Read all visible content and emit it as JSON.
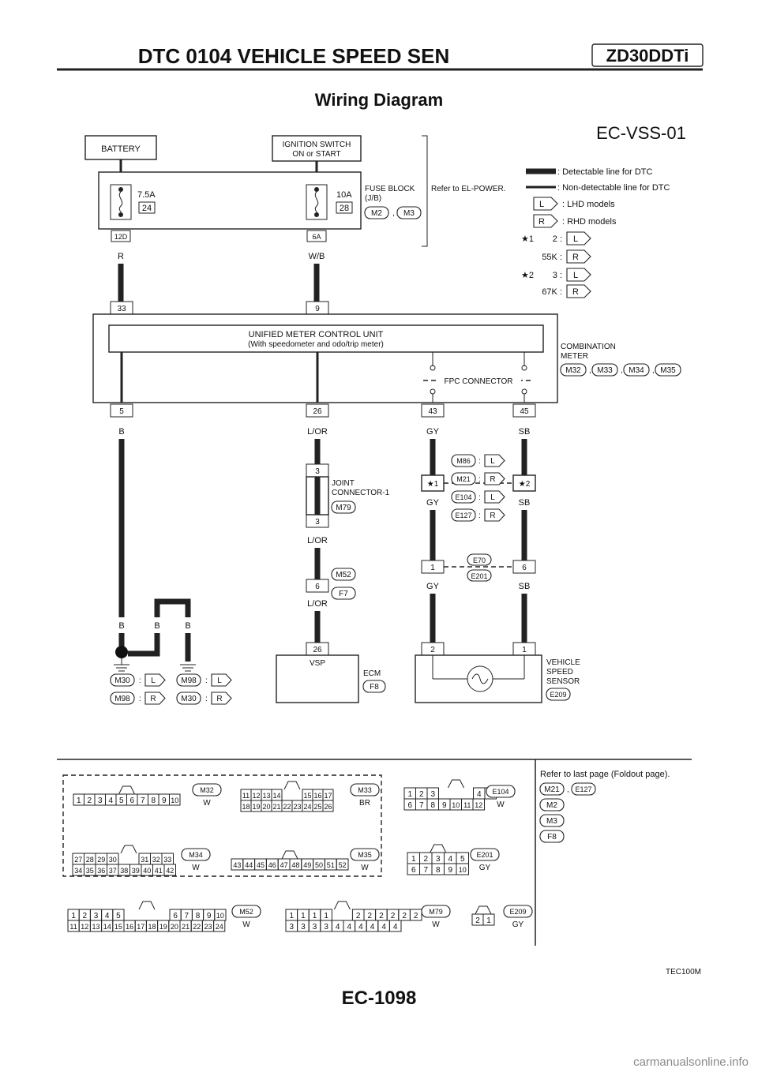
{
  "header": {
    "title": "DTC 0104 VEHICLE SPEED SEN",
    "engine_badge": "ZD30DDTi"
  },
  "diagram": {
    "title": "Wiring Diagram",
    "code": "EC-VSS-01",
    "battery": "BATTERY",
    "ignition_line1": "IGNITION SWITCH",
    "ignition_line2": "ON or START",
    "fuse1_amp": "7.5A",
    "fuse1_num": "24",
    "fuse2_amp": "10A",
    "fuse2_num": "28",
    "fuse_block_line1": "FUSE BLOCK",
    "fuse_block_line2": "(J/B)",
    "fuse_block_conn1": "M2",
    "fuse_block_conn2": "M3",
    "comma": ",",
    "refer_power": "Refer to EL-POWER.",
    "fuse1_term": "12D",
    "fuse2_term": "6A",
    "wire_r": "R",
    "wire_wb": "W/B",
    "meter_pin_33": "33",
    "meter_pin_9": "9",
    "umcu_line1": "UNIFIED METER CONTROL UNIT",
    "umcu_line2": "(With speedometer and odo/trip meter)",
    "fpc": "FPC CONNECTOR",
    "comb_line1": "COMBINATION",
    "comb_line2": "METER",
    "comb_conn": [
      "M32",
      "M33",
      "M34",
      "M35"
    ],
    "meter_pin_5": "5",
    "meter_pin_26": "26",
    "meter_pin_43": "43",
    "meter_pin_45": "45",
    "wire_b": "B",
    "wire_lor": "L/OR",
    "wire_gy": "GY",
    "wire_sb": "SB",
    "joint_pin_top": "3",
    "joint_pin_bot": "3",
    "joint_line1": "JOINT",
    "joint_line2": "CONNECTOR-1",
    "joint_conn": "M79",
    "mf_pin": "6",
    "mf_conn1": "M52",
    "mf_conn2": "F7",
    "ecm_pin": "26",
    "ecm_vsp": "VSP",
    "ecm_label": "ECM",
    "ecm_conn": "F8",
    "star1": "★1",
    "star2": "★2",
    "mid_list": [
      {
        "conn": "M86",
        "model": "L"
      },
      {
        "conn": "M21",
        "model": "R"
      },
      {
        "conn": "E104",
        "model": "L"
      },
      {
        "conn": "E127",
        "model": "R"
      }
    ],
    "colon": ":",
    "e_pin_1": "1",
    "e_pin_6": "6",
    "e_conn1": "E70",
    "e_conn2": "E201",
    "vss_pin_2": "2",
    "vss_pin_1": "1",
    "vss_line1": "VEHICLE",
    "vss_line2": "SPEED",
    "vss_line3": "SENSOR",
    "vss_conn": "E209",
    "ground_rows": [
      {
        "a": "M30",
        "am": "L",
        "b": "M98",
        "bm": "L"
      },
      {
        "a": "M98",
        "am": "R",
        "b": "M30",
        "bm": "R"
      }
    ]
  },
  "legend": {
    "detectable": ": Detectable line for DTC",
    "non_detectable": ": Non-detectable line for DTC",
    "lhd_box": "L",
    "lhd": ": LHD models",
    "rhd_box": "R",
    "rhd": ": RHD models",
    "star_rows": [
      {
        "star": "★1",
        "code": "2 :",
        "model": "L"
      },
      {
        "star": "",
        "code": "55K :",
        "model": "R"
      },
      {
        "star": "★2",
        "code": "3 :",
        "model": "L"
      },
      {
        "star": "",
        "code": "67K :",
        "model": "R"
      }
    ]
  },
  "connectors": {
    "M32": {
      "name": "M32",
      "color": "W",
      "row1": [
        "1",
        "2",
        "3",
        "4",
        "5",
        "6",
        "7",
        "8",
        "9",
        "10"
      ]
    },
    "M33": {
      "name": "M33",
      "color": "BR",
      "row1": [
        "11",
        "12",
        "13",
        "14",
        "15",
        "16",
        "17"
      ],
      "row2": [
        "18",
        "19",
        "20",
        "21",
        "22",
        "23",
        "24",
        "25",
        "26"
      ]
    },
    "E104": {
      "name": "E104",
      "color": "W",
      "row1": [
        "1",
        "2",
        "3",
        "4",
        "5"
      ],
      "row2": [
        "6",
        "7",
        "8",
        "9",
        "10",
        "11",
        "12"
      ]
    },
    "M34": {
      "name": "M34",
      "color": "W",
      "row1": [
        "27",
        "28",
        "29",
        "30",
        "31",
        "32",
        "33"
      ],
      "row2": [
        "34",
        "35",
        "36",
        "37",
        "38",
        "39",
        "40",
        "41",
        "42"
      ]
    },
    "M35": {
      "name": "M35",
      "color": "W",
      "row1": [
        "43",
        "44",
        "45",
        "46",
        "47",
        "48",
        "49",
        "50",
        "51",
        "52"
      ]
    },
    "E201": {
      "name": "E201",
      "color": "GY",
      "row1": [
        "1",
        "2",
        "3",
        "4",
        "5"
      ],
      "row2": [
        "6",
        "7",
        "8",
        "9",
        "10"
      ]
    },
    "M52": {
      "name": "M52",
      "color": "W",
      "row1": [
        "1",
        "2",
        "3",
        "4",
        "5",
        "6",
        "7",
        "8",
        "9",
        "10"
      ],
      "row2": [
        "11",
        "12",
        "13",
        "14",
        "15",
        "16",
        "17",
        "18",
        "19",
        "20",
        "21",
        "22",
        "23",
        "24"
      ]
    },
    "M79": {
      "name": "M79",
      "color": "W",
      "row1": [
        "1",
        "1",
        "1",
        "1",
        "2",
        "2",
        "2",
        "2",
        "2",
        "2"
      ],
      "row2": [
        "3",
        "3",
        "3",
        "3",
        "4",
        "4",
        "4",
        "4",
        "4",
        "4"
      ]
    },
    "E209": {
      "name": "E209",
      "color": "GY",
      "row1": [
        "2",
        "1"
      ]
    }
  },
  "foldout": {
    "text": "Refer to last page (Foldout page).",
    "items": [
      "M21",
      "E127",
      "M2",
      "M3",
      "F8"
    ]
  },
  "footer": {
    "image_code": "TEC100M",
    "page": "EC-1098",
    "watermark": "carmanualsonline.info"
  }
}
